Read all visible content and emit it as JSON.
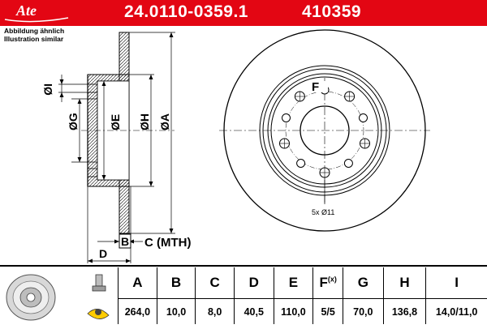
{
  "header": {
    "brand": "Ate",
    "part_number": "24.0110-0359.1",
    "short_number": "410359",
    "brand_color": "#e30613"
  },
  "captions": {
    "line1": "Abbildung ähnlich",
    "line2": "Illustration similar"
  },
  "drawing": {
    "label_I": "ØI",
    "label_G": "ØG",
    "label_E": "ØE",
    "label_H": "ØH",
    "label_A": "ØA",
    "label_F": "F",
    "label_B": "B",
    "label_C": "C (MTH)",
    "label_D": "D",
    "bolt_note": "5x  Ø11"
  },
  "specs": {
    "headers": [
      "A",
      "B",
      "C",
      "D",
      "E",
      "F",
      "G",
      "H",
      "I"
    ],
    "header_F_suffix": "(x)",
    "values": [
      "264,0",
      "10,0",
      "8,0",
      "40,5",
      "110,0",
      "5/5",
      "70,0",
      "136,8",
      "14,0/11,0"
    ]
  }
}
